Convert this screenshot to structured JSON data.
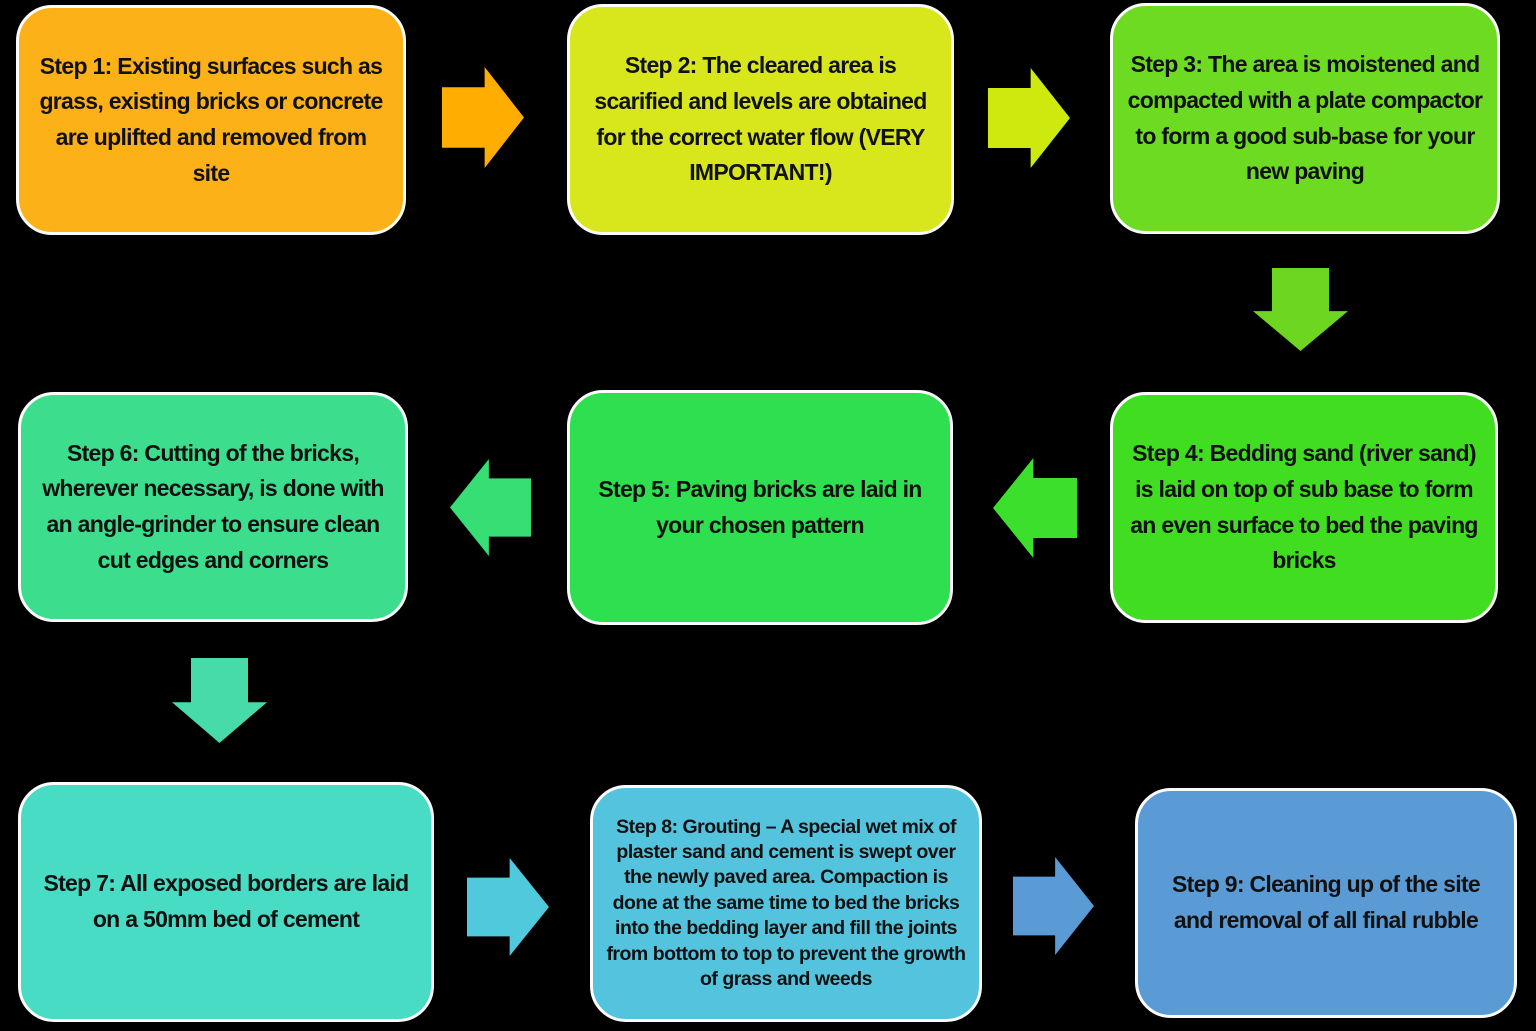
{
  "diagram": {
    "background_color": "#000000",
    "text_color": "#111111",
    "box_border_color": "#FBFBFB"
  },
  "steps": [
    {
      "label": "Step 1",
      "text": "Step 1: Existing surfaces such as grass, existing bricks or concrete are uplifted and removed from site",
      "color": "#FBB117"
    },
    {
      "label": "Step 2",
      "text": "Step 2: The cleared area is scarified and levels are obtained for the correct water flow (VERY IMPORTANT!)",
      "color": "#D8E71C"
    },
    {
      "label": "Step 3",
      "text": "Step 3: The area is moistened and compacted with a plate compactor to form a good sub-base for your new paving",
      "color": "#6EDB23"
    },
    {
      "label": "Step 4",
      "text": "Step 4: Bedding sand (river sand) is laid on top of sub base to form an even surface to bed the paving bricks",
      "color": "#41DD20"
    },
    {
      "label": "Step 5",
      "text": "Step 5: Paving bricks are laid in your chosen pattern",
      "color": "#2EDF4F"
    },
    {
      "label": "Step 6",
      "text": "Step 6: Cutting of the bricks, wherever necessary, is done with an angle-grinder to ensure clean cut edges and corners",
      "color": "#3CDE8D"
    },
    {
      "label": "Step 7",
      "text": "Step 7: All exposed borders are laid on a 50mm bed of cement",
      "color": "#47DCC3"
    },
    {
      "label": "Step 8",
      "text": "Step 8: Grouting – A special wet mix of plaster sand and cement is swept over the newly paved area. Compaction is done at the same time to bed the bricks into the bedding layer and fill the joints from bottom to top to prevent the growth of grass and weeds",
      "color": "#54C4DE"
    },
    {
      "label": "Step 9",
      "text": "Step 9: Cleaning up of the site and removal of all final rubble",
      "color": "#5B9BD5"
    }
  ],
  "arrows": [
    {
      "from": "Step 1",
      "to": "Step 2",
      "direction": "right",
      "color": "#FFAE00"
    },
    {
      "from": "Step 2",
      "to": "Step 3",
      "direction": "right",
      "color": "#CDE90E"
    },
    {
      "from": "Step 3",
      "to": "Step 4",
      "direction": "down",
      "color": "#6CD621"
    },
    {
      "from": "Step 4",
      "to": "Step 5",
      "direction": "left",
      "color": "#3BDF2C"
    },
    {
      "from": "Step 5",
      "to": "Step 6",
      "direction": "left",
      "color": "#36DE74"
    },
    {
      "from": "Step 6",
      "to": "Step 7",
      "direction": "down",
      "color": "#47DBA9"
    },
    {
      "from": "Step 7",
      "to": "Step 8",
      "direction": "right",
      "color": "#50C9DC"
    },
    {
      "from": "Step 8",
      "to": "Step 9",
      "direction": "right",
      "color": "#5B9BD5"
    }
  ]
}
